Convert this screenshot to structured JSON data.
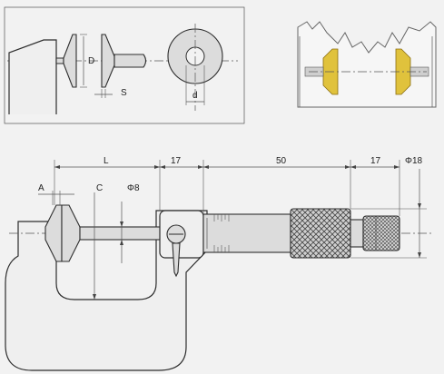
{
  "detail_view": {
    "labels": {
      "diameter": "D",
      "thickness": "S",
      "bore": "d"
    }
  },
  "main_view": {
    "labels": {
      "anvil_width": "A",
      "frame_depth": "C",
      "length": "L",
      "spindle_diameter": "Φ8",
      "dim_17_left": "17",
      "dim_50": "50",
      "dim_17_right": "17",
      "thimble_diameter": "Φ18"
    }
  },
  "colors": {
    "line": "#3a3a3a",
    "background": "#f2f2f2",
    "disc_gold": "#e0c23c"
  }
}
